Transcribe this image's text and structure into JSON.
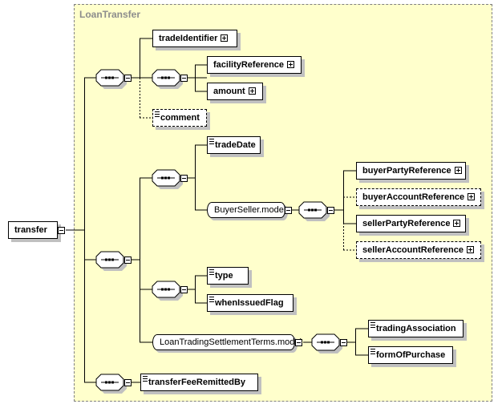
{
  "group": {
    "title": "LoanTransfer"
  },
  "root": {
    "label": "transfer"
  },
  "elements": {
    "tradeIdentifier": "tradeIdentifier",
    "facilityReference": "facilityReference",
    "amount": "amount",
    "comment": "comment",
    "tradeDate": "tradeDate",
    "buyerPartyReference": "buyerPartyReference",
    "buyerAccountReference": "buyerAccountReference",
    "sellerPartyReference": "sellerPartyReference",
    "sellerAccountReference": "sellerAccountReference",
    "type": "type",
    "whenIssuedFlag": "whenIssuedFlag",
    "tradingAssociation": "tradingAssociation",
    "formOfPurchase": "formOfPurchase",
    "transferFeeRemittedBy": "transferFeeRemittedBy"
  },
  "models": {
    "buyerSeller": "BuyerSeller.model",
    "loanTradingSettlementTerms": "LoanTradingSettlementTerms.model"
  }
}
